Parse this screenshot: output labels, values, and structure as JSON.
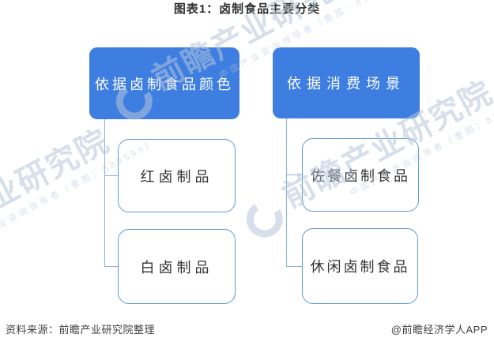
{
  "title": "图表1：卤制食品主要分类",
  "tree": {
    "groups": [
      {
        "label": "依据卤制食品颜色",
        "children": [
          "红卤制品",
          "白卤制品"
        ]
      },
      {
        "label": "依据消费场景",
        "children": [
          "佐餐卤制食品",
          "休闲卤制食品"
        ]
      }
    ]
  },
  "footer": {
    "source": "资料来源：前瞻产业研究院整理",
    "credit": "@前瞻经济学人APP"
  },
  "watermark": {
    "big": "前瞻产业研究院",
    "small": "中国产业咨询领导者（壹图：839599）",
    "logo_icon": "qianzhan-swoosh-logo"
  },
  "colors": {
    "parent_node_fill": "#3e7ee1",
    "parent_node_text": "#ffffff",
    "child_node_border": "#5b9bd5",
    "connector": "#8ab1e0",
    "title_text": "#2f2f2f",
    "watermark": "#b7c6db"
  }
}
